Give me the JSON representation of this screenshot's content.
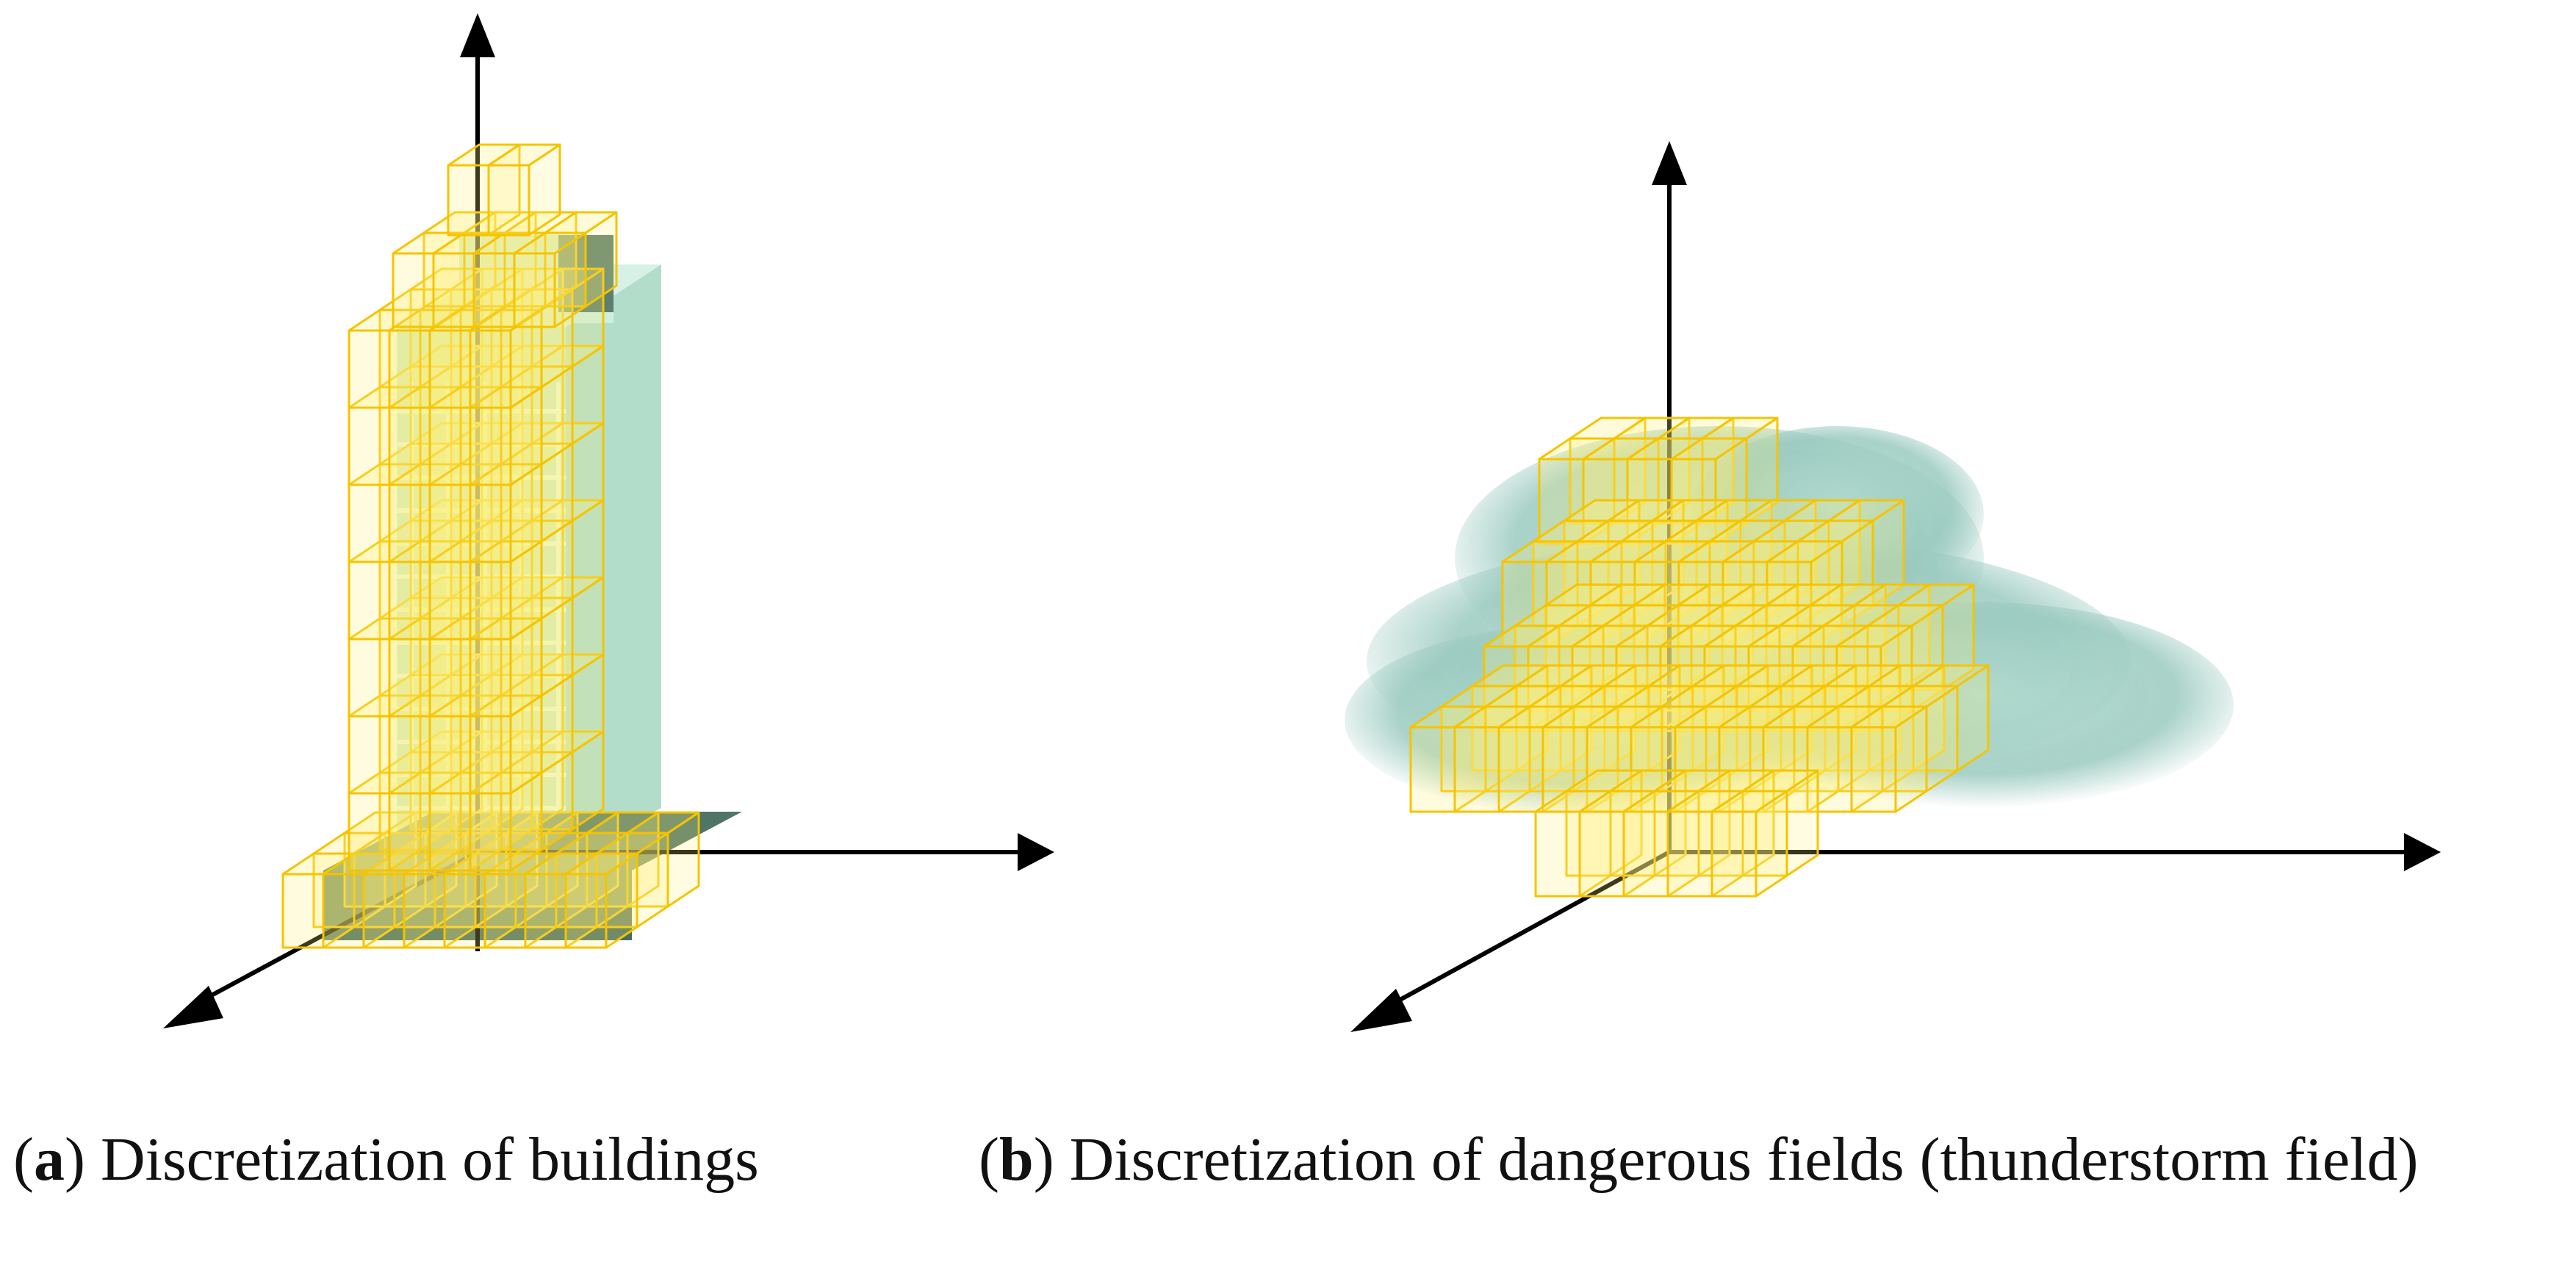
{
  "panels": [
    {
      "letter": "a",
      "text": ") Discretization of buildings"
    },
    {
      "letter": "b",
      "text": ") Discretization of dangerous fields (thunderstorm field)"
    }
  ],
  "colors": {
    "voxel_edge": "#f5c400",
    "voxel_fill": "#fff07a",
    "building_glass": "#bfe6d6",
    "building_window_line": "#e8fbf3",
    "building_base": "#4f7566",
    "cloud": "#8fc4b8",
    "axis": "#000000"
  }
}
